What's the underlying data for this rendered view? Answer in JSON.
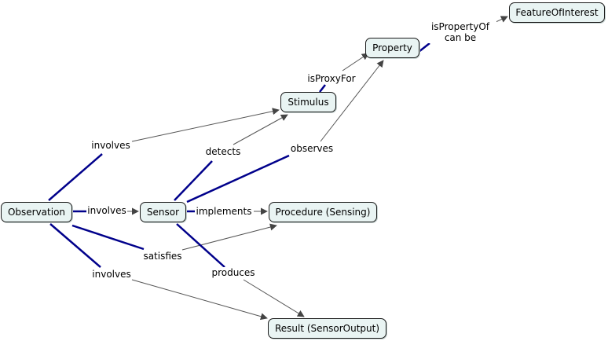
{
  "concept_map": {
    "nodes": {
      "observation": "Observation",
      "sensor": "Sensor",
      "stimulus": "Stimulus",
      "property": "Property",
      "feature_of_interest": "FeatureOfInterest",
      "procedure": "Procedure (Sensing)",
      "result": "Result (SensorOutput)"
    },
    "links": {
      "involves_stimulus": "involves",
      "involves_sensor": "involves",
      "involves_result": "involves",
      "detects": "detects",
      "observes": "observes",
      "implements": "implements",
      "satisfies": "satisfies",
      "produces": "produces",
      "is_proxy_for": "isProxyFor",
      "is_property_of_line1": "isPropertyOf",
      "is_property_of_line2": "can be"
    }
  },
  "colors": {
    "node_fill": "#e9f4f3",
    "node_border": "#1a1a1a",
    "incoming_line": "#00008b",
    "outgoing_line": "#555555"
  }
}
